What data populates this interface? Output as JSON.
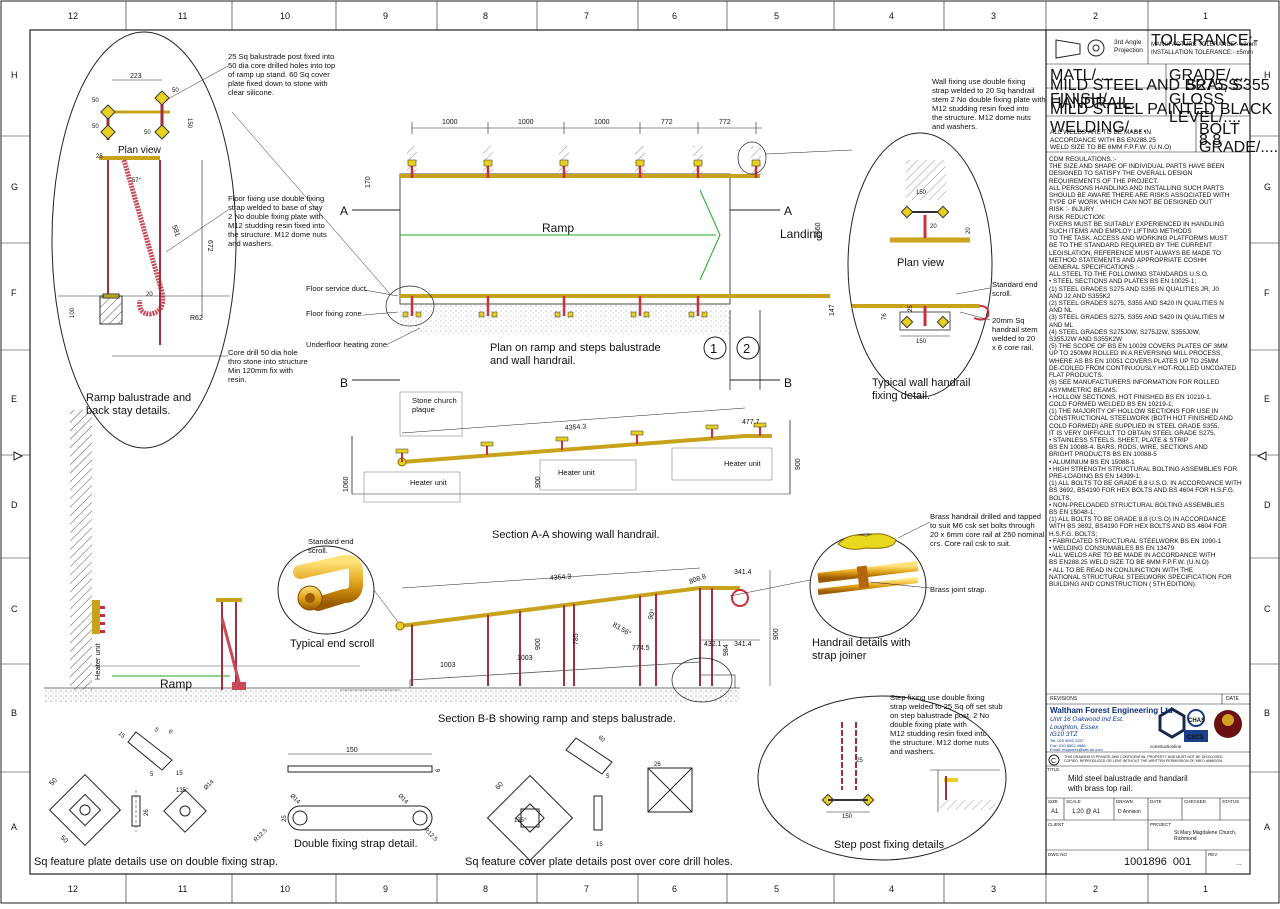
{
  "grid": {
    "columns": [
      "12",
      "11",
      "10",
      "9",
      "8",
      "7",
      "6",
      "5",
      "4",
      "3",
      "2",
      "1"
    ],
    "rows": [
      "H",
      "G",
      "F",
      "E",
      "D",
      "C",
      "B",
      "A"
    ]
  },
  "views": {
    "plan_ramp": {
      "title": "Plan on ramp and steps balustrade\nand wall handrail.",
      "ramp_label": "Ramp",
      "landing_label": "Landing",
      "dims_top": [
        "1000",
        "1000",
        "1000",
        "772",
        "772"
      ],
      "dim_170": "170",
      "dim_1660": "1660",
      "dim_147": "147",
      "section_a": "A",
      "section_b": "B",
      "step_1": "1",
      "step_2": "2",
      "floor_service": "Floor service duct.",
      "floor_fixing": "Floor fixing zone.",
      "underfloor": "Underfloor heating zone."
    },
    "section_aa": {
      "title": "Section A-A showing wall handrail.",
      "dim_length": "4354.3",
      "dim_end": "477.7",
      "dim_1060": "1060",
      "dim_900a": "900",
      "dim_900b": "900",
      "heater_1": "Heater unit",
      "heater_2": "Heater unit",
      "heater_3": "Heater unit",
      "plaque": "Stone church\nplaque"
    },
    "section_bb": {
      "title": "Section B-B showing ramp and steps balustrade.",
      "dim_length": "4354.3",
      "dim_808": "808.8",
      "dim_341a": "341.4",
      "dim_341b": "341.4",
      "dim_432": "432.1",
      "dim_774": "774.5",
      "dim_1003a": "1003",
      "dim_1003b": "1003",
      "dim_900": "900",
      "dim_785": "785",
      "dim_984": "984",
      "dim_900r": "900",
      "angle_a": "83.56°",
      "angle_b": "90°",
      "ramp_label": "Ramp",
      "heater_label": "Heater unit"
    },
    "ramp_balustrade": {
      "title": "Ramp balustrade and\nback stay details.",
      "plan_view": "Plan view",
      "dim_223": "223",
      "dim_150": "150",
      "dim_50a": "50",
      "dim_50b": "50",
      "dim_50c": "50",
      "dim_50d": "50",
      "dim_25": "25",
      "dim_581": "581",
      "dim_672": "672",
      "dim_100": "100",
      "dim_r62": "R62",
      "dim_20": "20",
      "angle_57": "57°",
      "note_post": "25 Sq balustrade post fixed into\n50 dia core drilled holes into top\nof ramp up stand. 60 Sq cover\nplate fixed down to stone with\nclear silicone.",
      "note_floor": "Floor fixing use double fixing\nstrap welded to base of stay\n2 No double fixing plate with\nM12 studding resin fixed into\nthe structure. M12 dome nuts\nand washers.",
      "note_core": "Core drill 50 dia hole\nthro stone into structure\nMin 120mm fix with\nresin."
    },
    "wall_handrail": {
      "title": "Typical wall handrail\nfixing detail.",
      "plan_view": "Plan view",
      "dim_150a": "150",
      "dim_150b": "150",
      "dim_20a": "20",
      "dim_20b": "20",
      "dim_76": "76",
      "dim_25": "25",
      "note_wall": "Wall fixing use double fixing\nstrap welded to 20 Sq handrail\nstem 2 No double fixing plate with\nM12 studding resin fixed into\nthe structure. M12 dome nuts\nand washers.",
      "note_scroll": "Standard end\nscroll.",
      "note_stem": "20mm Sq\nhandrail stem\nwelded to 20\nx 6 core rail."
    },
    "end_scroll": {
      "title": "Typical end scroll",
      "note": "Standard end\nscroll."
    },
    "handrail_details": {
      "title": "Handrail details with\nstrap joiner",
      "note_brass": "Brass handrail drilled and tapped\nto suit M6 csk set bolts through\n20 x 6mm core rail at 250 nominal\ncrs. Core rail csk to suit.",
      "note_joint": "Brass joint strap."
    },
    "feature_plate": {
      "title": "Sq feature plate details use on double fixing strap.",
      "dim_50a": "50",
      "dim_50b": "50",
      "dim_15a": "15",
      "dim_15b": "15",
      "dim_5a": "5",
      "dim_5b": "5",
      "dim_6": "6",
      "dim_26": "26",
      "dim_14": "Ø14",
      "angle": "135°"
    },
    "fixing_strap": {
      "title": "Double fixing strap detail.",
      "dim_150": "150",
      "dim_6": "6",
      "dim_25": "25",
      "dim_14a": "Ø14",
      "dim_14b": "Ø14",
      "dim_r12a": "R12.5",
      "dim_r12b": "R12.5"
    },
    "cover_plate": {
      "title": "Sq feature cover plate details post over core drill holes.",
      "dim_60a": "60",
      "dim_60b": "60",
      "dim_15": "15",
      "dim_5": "5",
      "dim_26": "26",
      "angle": "135°"
    },
    "step_post": {
      "title": "Step post fixing details",
      "dim_150": "150",
      "dim_25": "25",
      "note": "Step fixing use double fixing\nstrap welded to 25 Sq off set stub\non step balustrade post. 2 No\ndouble fixing plate with\nM12 studding resin fixed into\nthe structure. M12 dome nuts\nand washers."
    }
  },
  "title_block": {
    "projection": "3rd Angle\nProjection",
    "tolerance_label": "TOLERANCE:-",
    "tolerance_value": "MANUFACTURE  TOLERANCE:- ±3mm\nINSTALLATION  TOLERANCE:- ±5mm",
    "matl_label": "MATL/....",
    "matl_value": "MILD STEEL AND BRASS HANDRAIL.",
    "grade_label": "GRADE/....",
    "grade_value": "S275, S355",
    "finish_label": "FINISH/....",
    "finish_value": "MILD STEEL PAINTED BLACK",
    "gloss_label": "GLOSS LEVEL/....",
    "welding_label": "WELDING/....",
    "welding_value": "ALL WELDS ARE TO BE MADE IN\nACCORDANCE WITH BS EN288.25\nWELD SIZE TO BE 6MM F.P.F.W. (U.N.O)",
    "bolt_label": "BOLT GRADE/....",
    "bolt_value": "8.8",
    "specs": "CDM REGULATIONS.:-\nTHE SIZE AND SHAPE OF INDIVIDUAL PARTS HAVE BEEN\nDESIGNED TO SATISFY THE OVERALL DESIGN\nREQUIREMENTS OF THE PROJECT.\nALL PERSONS HANDLING AND INSTALLING SUCH PARTS\nSHOULD BE AWARE THERE ARE RISKS ASSOCIATED WITH\nTYPE OF WORK WHICH CAN NOT BE DESIGNED OUT\nRISK :- INJURY\nRISK REDUCTION:\nFIXERS MUST BE SUITABLY EXPERIENCED IN HANDLING\nSUCH ITEMS AND EMPLOY LIFTING METHODS\nTO THE TASK. ACCESS AND WORKING PLATFORMS MUST\nBE TO THE STANDARD REQUIRED BY THE CURRENT\nLEGISLATION, REFERENCE MUST ALWAYS BE MADE TO\nMETHOD STATEMENTS AND APPROPRIATE COSHH\nGENERAL SPECIFICATIONS :-\nALL STEEL TO THE FOLLOWING STANDARDS U.S.O.\n• STEEL SECTIONS AND PLATES BS EN 10025-1;\n(1) STEEL GRADES S275 AND S355 IN QUALITIES JR, J0\nAND J2 AND S355K2\n(2) STEEL GRADES S275, S355 AND S420 IN QUALITIES N\nAND NL\n(3) STEEL GRADES S275, S355 AND S420 IN QUALITIES M\nAND ML\n(4) STEEL GRADES S275J0W, S275J2W, S355J0W,\nS355J2W AND S355K2W\n(5) THE SCOPE OF BS EN 10029 COVERS PLATES OF 3MM\nUP TO 250MM ROLLED IN A REVERSING MILL PROCESS,\nWHERE AS BS EN 10051 COVERS PLATES UP TO 25MM\nDE-COILED FROM CONTINUOUSLY HOT-ROLLED UNCOATED\nFLAT PRODUCTS.\n(6) SEE MANUFACTURERS INFORMATION FOR ROLLED\nASYMMETRIC BEAMS.\n• HOLLOW SECTIONS, HOT FINISHED BS EN 10210-1.\nCOLD FORMED WELDED BS EN 10219-1;\n(1) THE MAJORITY OF HOLLOW SECTIONS FOR USE IN\nCONSTRUCTIONAL STEELWORK (BOTH HOT FINISHED AND\nCOLD FORMED) ARE SUPPLIED IN STEEL GRADE S355.\nIT IS VERY DIFFICULT TO OBTAIN STEEL GRADE S275.\n• STAINLESS STEELS. SHEET, PLATE & STRIP\nBS EN 10088-4. BARS, RODS, WIRE, SECTIONS AND\nBRIGHT PRODUCTS BS EN 10088-5\n• ALUMINIUM BS EN 15088-1\n• HIGH STRENGTH STRUCTURAL BOLTING ASSEMBLIES FOR\nPRE-LOADING BS EN 14399-1;\n(1) ALL BOLTS TO BE GRADE 8.8 U.S.O. IN ACCORDANCE WITH\nBS 3692, BS4190 FOR HEX BOLTS AND BS 4604 FOR H.S.F.G.\nBOLTS,\n• NON-PRELOADED STRUCTURAL BOLTING ASSEMBLIES\nBS EN 15048-1;\n(1) ALL BOLTS TO BE GRADE 8.8 (U.S.O) IN ACCORDANCE\nWITH BS 3692, BS4190 FOR HEX BOLTS AND BS 4604 FOR\nH.S.F.G. BOLTS;\n• FABRICATED STRUCTURAL STEELWORK BS EN 1090-1\n• WELDING CONSUMABLES BS EN 13479\n•ALL WELDS ARE TO BE MADE IN ACCORDANCE WITH\nBS EN288.25 WELD SIZE TO BE 6MM F.P.F.W. (U.N.O)\n• ALL TO BE READ IN CONJUNCTION WITH THE\nNATIONAL STRUCTURAL STEELWORK SPECIFICATION FOR\nBUILDING AND CONSTRUCTION ( 5TH EDITION).",
    "revisions_label": "REVISIONS",
    "date_label": "DATE",
    "company": "Waltham Forest Engineering Ltd",
    "address": "Unit 16 Oakwood Ind Est.\nLoughton, Essex\nIG10 3TZ",
    "contact": "Tel: 020 8502 2327\nFax: 020 8502 4986\nEmail: enquiries@wfe.uk.com",
    "copyright_symbol": "C",
    "copyright": "THIS DRAWING IS PRIVATE AND CONFIDENTIAL PROPERTY AND MUST NOT BE DISCLOSED,\nCOPIED, REPRODUCED OR LENT WITHOUT THE WRITTEN PERMISSION OF MR D ANNISON.",
    "title_label": "TITLE",
    "title_value": "Mild steel balustrade and handaril\nwith brass top rail.",
    "size_label": "SIZE",
    "size_value": "A1",
    "scale_label": "SCALE",
    "scale_value": "1:20 @ A1",
    "drawn_label": "DRAWN",
    "drawn_value": "D Annison",
    "date2_label": "DATE",
    "checked_label": "CHECKED",
    "status_label": "STATUS",
    "client_label": "CLIENT",
    "project_label": "PROJECT",
    "project_value": "St Mary Magdalene Church,\nRichmond",
    "dwg_label": "DWG NO",
    "dwg_value": "1001896  001",
    "rev_label": "REV",
    "rev_value": "...",
    "logo_cs": "constructionline",
    "logo_chas": "CHAS",
    "logo_cscs": "CSCS"
  },
  "colors": {
    "rail": "#c8a21a",
    "rail_dark": "#8a6d00",
    "post": "#a0303c",
    "green": "#22aa22",
    "ground": "#8a8a8a"
  }
}
